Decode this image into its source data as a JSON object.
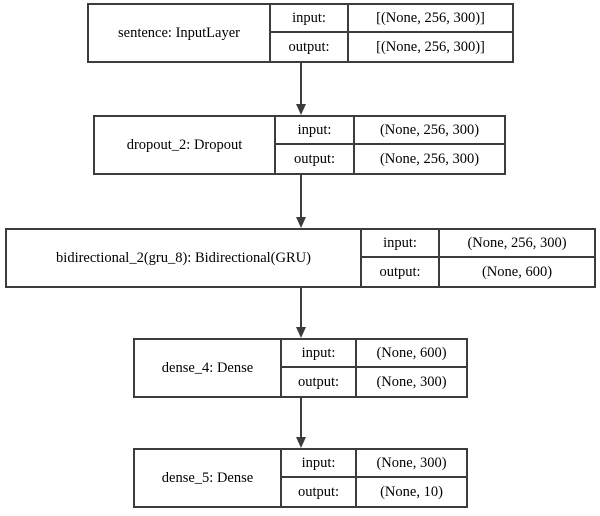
{
  "diagram": {
    "title": "Keras model architecture plot",
    "background_color": "#ffffff",
    "border_color": "#3c3c3c",
    "text_color": "#000000",
    "io_labels": {
      "input": "input:",
      "output": "output:"
    },
    "nodes": [
      {
        "id": "sentence",
        "name": "sentence: InputLayer",
        "input": "[(None, 256, 300)]",
        "output": "[(None, 256, 300)]"
      },
      {
        "id": "dropout_2",
        "name": "dropout_2: Dropout",
        "input": "(None, 256, 300)",
        "output": "(None, 256, 300)"
      },
      {
        "id": "bidirectional_2",
        "name": "bidirectional_2(gru_8): Bidirectional(GRU)",
        "input": "(None, 256, 300)",
        "output": "(None, 600)"
      },
      {
        "id": "dense_4",
        "name": "dense_4: Dense",
        "input": "(None, 600)",
        "output": "(None, 300)"
      },
      {
        "id": "dense_5",
        "name": "dense_5: Dense",
        "input": "(None, 300)",
        "output": "(None, 10)"
      }
    ],
    "edges": [
      {
        "from": "sentence",
        "to": "dropout_2"
      },
      {
        "from": "dropout_2",
        "to": "bidirectional_2"
      },
      {
        "from": "bidirectional_2",
        "to": "dense_4"
      },
      {
        "from": "dense_4",
        "to": "dense_5"
      }
    ]
  }
}
